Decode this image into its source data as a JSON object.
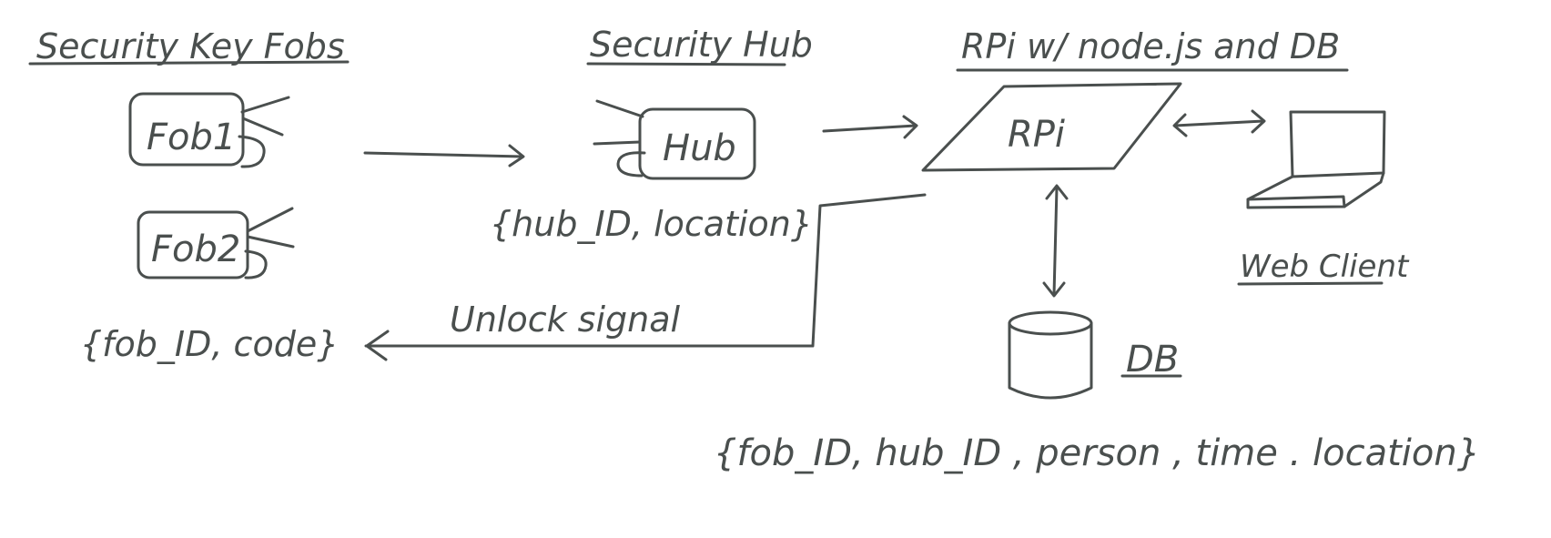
{
  "colors": {
    "ink": "#4a4f4e",
    "background": "#ffffff"
  },
  "sections": {
    "fobs": {
      "title": "Security Key Fobs",
      "fob1": "Fob1",
      "fob2": "Fob2",
      "data": "{fob_ID, code}"
    },
    "hub": {
      "title": "Security Hub",
      "box": "Hub",
      "data": "{hub_ID, location}"
    },
    "rpi": {
      "title": "RPi w/ node.js and DB",
      "box": "RPi"
    },
    "client": {
      "label": "Web Client"
    },
    "db": {
      "label": "DB",
      "data": "{fob_ID, hub_ID , person , time . location}"
    }
  },
  "arrows": {
    "unlock": "Unlock signal"
  },
  "icons": [
    "key-fob-icon",
    "hub-icon",
    "raspberry-pi-icon",
    "laptop-icon",
    "database-icon"
  ]
}
